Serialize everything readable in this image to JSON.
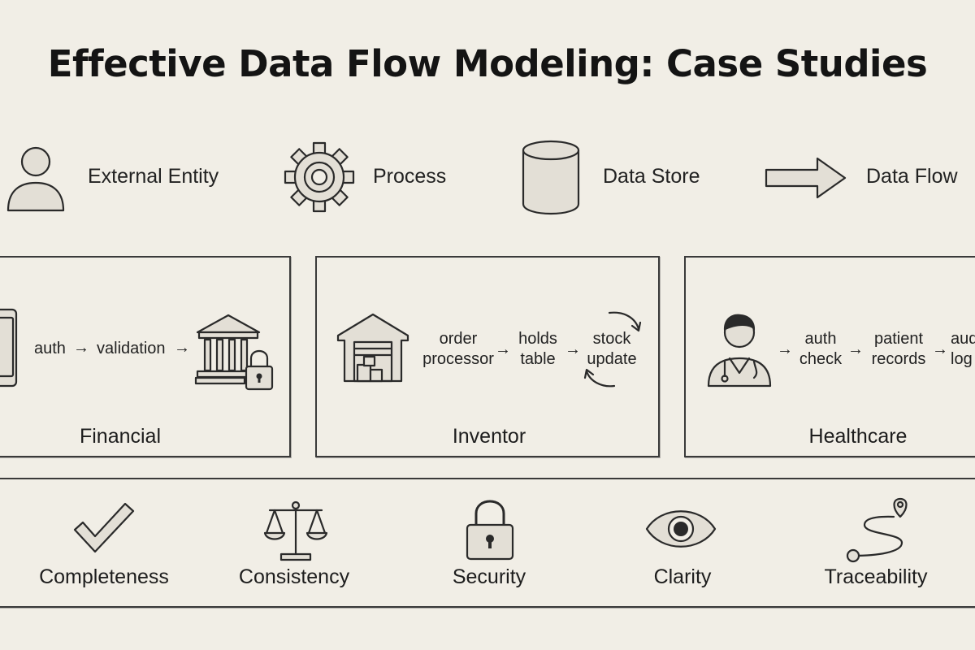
{
  "title": "Effective Data Flow Modeling: Case Studies",
  "legend": [
    {
      "icon": "person-icon",
      "label": "External Entity"
    },
    {
      "icon": "gear-icon",
      "label": "Process"
    },
    {
      "icon": "cylinder-icon",
      "label": "Data Store"
    },
    {
      "icon": "arrow-icon",
      "label": "Data Flow"
    }
  ],
  "cases": {
    "financial": {
      "label": "Financial",
      "flow": [
        "auth",
        "validation"
      ],
      "arrow": "→"
    },
    "inventory": {
      "label": "Inventor",
      "flow": [
        "order processor",
        "holds table",
        "stock update"
      ],
      "arrow": "→"
    },
    "healthcare": {
      "label": "Healthcare",
      "flow": [
        "auth check",
        "patient records",
        "audit log"
      ],
      "arrow": "→"
    }
  },
  "principles": [
    {
      "icon": "checkmark-icon",
      "label": "Completeness"
    },
    {
      "icon": "scales-icon",
      "label": "Consistency"
    },
    {
      "icon": "padlock-icon",
      "label": "Security"
    },
    {
      "icon": "eye-icon",
      "label": "Clarity"
    },
    {
      "icon": "route-icon",
      "label": "Traceability"
    }
  ]
}
